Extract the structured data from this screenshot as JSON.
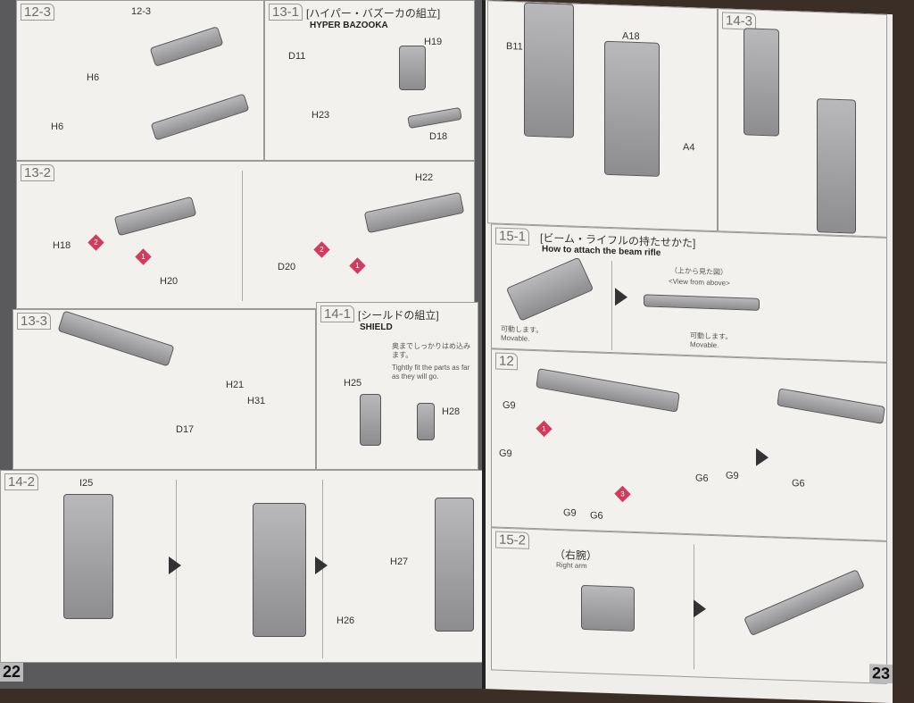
{
  "left_page": {
    "page_number": "22",
    "steps": [
      {
        "id": "12-3",
        "parts": [
          "12-3",
          "H6",
          "H6"
        ]
      },
      {
        "id": "13-1",
        "title_jp": "[ハイパー・バズーカの組立]",
        "title_en": "HYPER BAZOOKA",
        "parts": [
          "D11",
          "H19",
          "H23",
          "D18"
        ]
      },
      {
        "id": "13-2",
        "parts": [
          "H18",
          "H20",
          "H22",
          "D20"
        ]
      },
      {
        "id": "13-3",
        "parts": [
          "H21",
          "H31",
          "D17"
        ]
      },
      {
        "id": "14-1",
        "title_jp": "[シールドの組立]",
        "title_en": "SHIELD",
        "note_jp": "奥までしっかりはめ込みます。",
        "note_en": "Tightly fit the parts as far as they will go.",
        "parts": [
          "H25",
          "H28"
        ]
      },
      {
        "id": "14-2",
        "parts": [
          "I25",
          "H27",
          "H26"
        ]
      }
    ]
  },
  "right_page": {
    "page_number": "23",
    "steps": [
      {
        "id": "top",
        "parts": [
          "B11",
          "A18",
          "A4"
        ]
      },
      {
        "id": "14-3",
        "parts": []
      },
      {
        "id": "15-1",
        "title_jp": "[ビーム・ライフルの持たせかた]",
        "title_en": "How to attach the beam rifle",
        "view_jp": "（上から見た図）",
        "view_en": "<View from above>",
        "movable_jp": "可動します。",
        "movable_en": "Movable."
      },
      {
        "id": "12",
        "parts": [
          "G9",
          "G9",
          "G6",
          "G9",
          "G6",
          "G6",
          "G9"
        ]
      },
      {
        "id": "15-2",
        "arm_jp": "（右腕）",
        "arm_en": "Right arm"
      }
    ]
  },
  "colors": {
    "accent": "#d23b5d",
    "panel": "#f2f1ee",
    "frame": "#5a5a5c"
  }
}
